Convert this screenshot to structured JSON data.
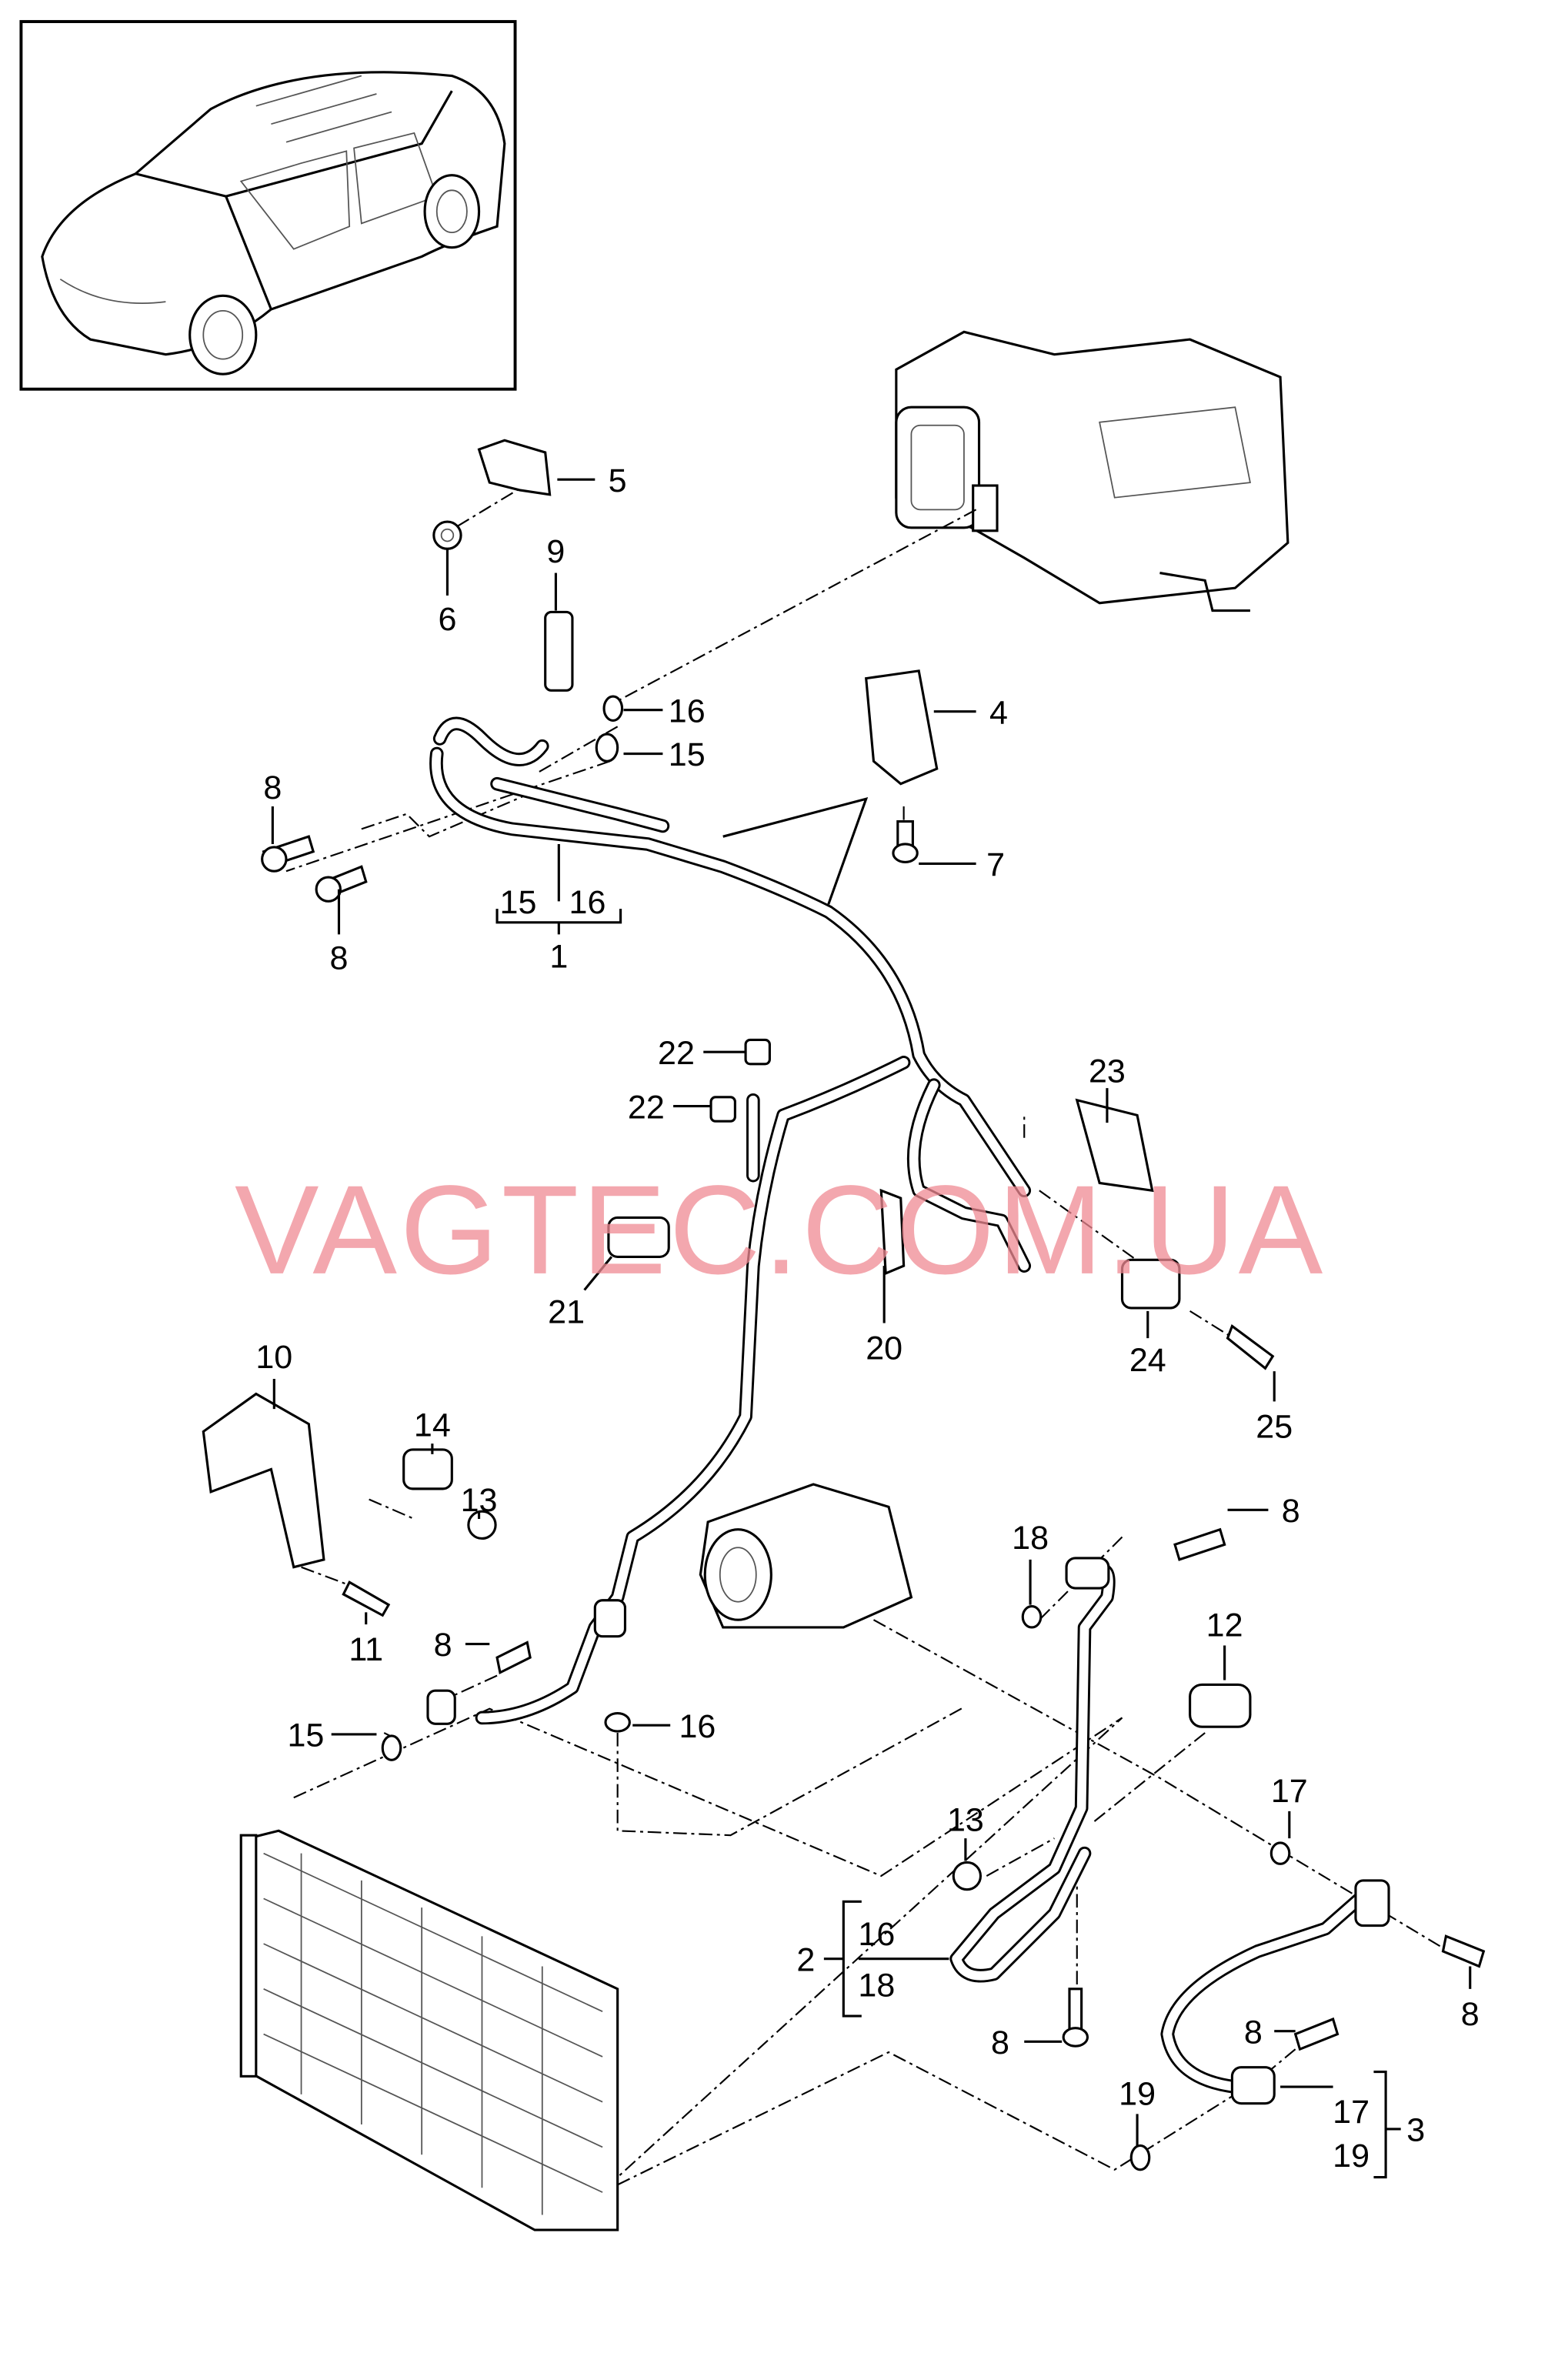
{
  "watermark": "VAGTEC.COM.UA",
  "callouts": [
    "5",
    "6",
    "9",
    "16",
    "15",
    "4",
    "7",
    "8",
    "8",
    "15",
    "16",
    "1",
    "22",
    "22",
    "23",
    "21",
    "20",
    "24",
    "25",
    "10",
    "14",
    "13",
    "11",
    "8",
    "15",
    "16",
    "18",
    "8",
    "12",
    "17",
    "13",
    "2",
    "16",
    "18",
    "8",
    "8",
    "8",
    "19",
    "17",
    "19",
    "3"
  ]
}
